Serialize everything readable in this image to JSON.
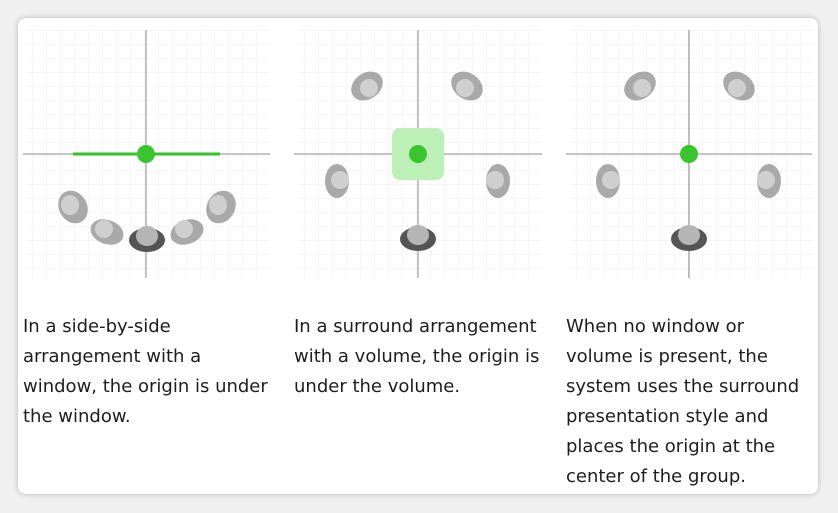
{
  "panels": [
    {
      "caption": "In a side-by-side arrangement with a window, the origin is under the window.",
      "origin_marker": "green-dot-with-window-line"
    },
    {
      "caption": "In a surround arrangement with a volume, the origin is under the volume.",
      "origin_marker": "green-dot-with-volume-square"
    },
    {
      "caption": "When no window or volume is present, the system uses the surround presentation style and places the origin at the center of the group.",
      "origin_marker": "green-dot"
    }
  ],
  "colors": {
    "origin_green": "#3ac530",
    "window_line_green": "#34c027",
    "volume_fill": "#bdf0b6",
    "grid": "#ececec",
    "axis": "#8a8a8a",
    "person_light": "#a9a9a9",
    "person_dark": "#555555"
  }
}
